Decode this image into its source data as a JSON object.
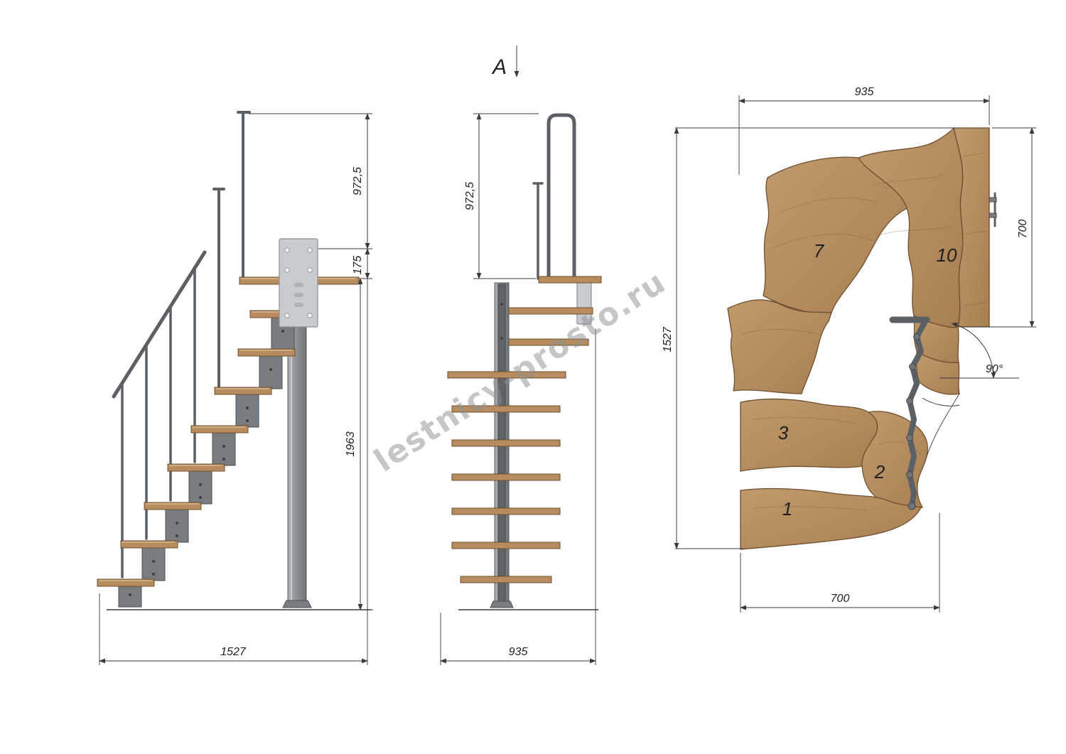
{
  "watermark": {
    "text": "lestnicy-prosto.ru"
  },
  "front_view": {
    "section_label": "A",
    "dim_rail_height": "972,5",
    "dim_width": "935"
  },
  "side_view": {
    "dim_rail_height": "972,5",
    "dim_plate_offset": "175",
    "dim_column_height": "1963",
    "dim_length": "1527"
  },
  "plan_view": {
    "dim_top_width": "935",
    "dim_right_depth": "700",
    "dim_left_length": "1527",
    "dim_bottom_width": "700",
    "dim_turn_angle": "90°",
    "step_labels": {
      "step1": "1",
      "step2": "2",
      "step3": "3",
      "step7": "7",
      "step10": "10"
    }
  },
  "colors": {
    "wood": "#b78c5f",
    "metal": "#787d82",
    "metal_light": "#c9ccce",
    "line": "#3a3a3a"
  }
}
